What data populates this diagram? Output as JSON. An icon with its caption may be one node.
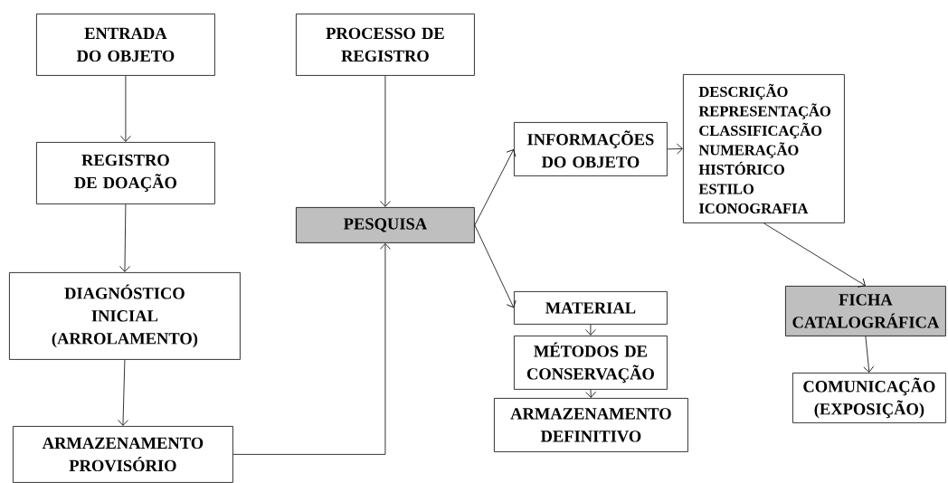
{
  "diagram": {
    "nodes": [
      {
        "text": [
          "ENTRADA DO OBJETO"
        ]
      },
      {
        "text": [
          "PROCESSO DE REGISTRO"
        ]
      },
      {
        "text": [
          "REGISTRO DE DOAÇÃO"
        ]
      },
      {
        "text": [
          "PESQUISA"
        ]
      },
      {
        "text": [
          "INFORMAÇÕES DO OBJETO"
        ]
      },
      {
        "text": [
          "DESCRIÇÃO",
          "REPRESENTAÇÃO",
          "CLASSIFICAÇÃO",
          "NUMERAÇÃO",
          "HISTÓRICO",
          "ESTILO",
          "ICONOGRAFIA"
        ]
      },
      {
        "text": [
          "DIAGNÓSTICO INICIAL (ARROLAMENTO)"
        ]
      },
      {
        "text": [
          "MATERIAL"
        ]
      },
      {
        "text": [
          "FICHA CATALOGRÁFICA"
        ]
      },
      {
        "text": [
          "MÉTODOS DE CONSERVAÇÃO"
        ]
      },
      {
        "text": [
          "COMUNICAÇÃO (EXPOSIÇÃO)"
        ]
      },
      {
        "text": [
          "ARMAZENAMENTO DEFINITIVO"
        ]
      },
      {
        "text": [
          "ARMAZENAMENTO PROVISÓRIO"
        ]
      }
    ],
    "edges": [
      {
        "from": 0,
        "to": 2,
        "arrow": "to"
      },
      {
        "from": 2,
        "to": 6,
        "arrow": "to"
      },
      {
        "from": 6,
        "to": 12,
        "arrow": "to"
      },
      {
        "from": 1,
        "to": 3,
        "arrow": "to"
      },
      {
        "from": 12,
        "to": 3,
        "arrow": "to"
      },
      {
        "from": 3,
        "to": 4,
        "arrow": "to"
      },
      {
        "from": 3,
        "to": 7,
        "arrow": "to"
      },
      {
        "from": 4,
        "to": 5,
        "arrow": "to"
      },
      {
        "from": 5,
        "to": 8,
        "arrow": "to"
      },
      {
        "from": 7,
        "to": 9,
        "arrow": "to"
      },
      {
        "from": 9,
        "to": 11,
        "arrow": "to"
      },
      {
        "from": 8,
        "to": 10,
        "arrow": "to"
      }
    ]
  }
}
